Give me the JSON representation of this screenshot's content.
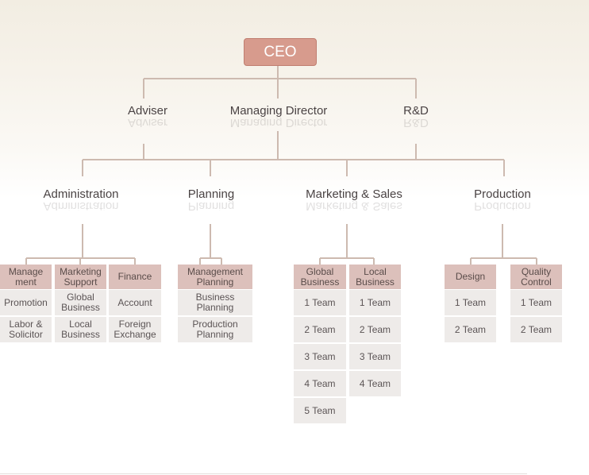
{
  "ceo": "CEO",
  "level1": [
    "Adviser",
    "Managing Director",
    "R&D"
  ],
  "level2": [
    "Administration",
    "Planning",
    "Marketing & Sales",
    "Production"
  ],
  "administration": {
    "columns": [
      {
        "head": "Manage\nment",
        "items": [
          "Promotion",
          "Labor &\nSolicitor"
        ]
      },
      {
        "head": "Marketing\nSupport",
        "items": [
          "Global\nBusiness",
          "Local\nBusiness"
        ]
      },
      {
        "head": "Finance",
        "items": [
          "Account",
          "Foreign\nExchange"
        ]
      }
    ]
  },
  "planning": {
    "columns": [
      {
        "head": "Management\nPlanning",
        "items": [
          "Business\nPlanning",
          "Production\nPlanning"
        ]
      }
    ]
  },
  "marketing_sales": {
    "columns": [
      {
        "head": "Global\nBusiness",
        "items": [
          "1 Team",
          "2 Team",
          "3 Team",
          "4 Team",
          "5 Team"
        ]
      },
      {
        "head": "Local\nBusiness",
        "items": [
          "1 Team",
          "2 Team",
          "3 Team",
          "4 Team"
        ]
      }
    ]
  },
  "production": {
    "columns": [
      {
        "head": "Design",
        "items": [
          "1 Team",
          "2 Team"
        ]
      },
      {
        "head": "Quality\nControl",
        "items": [
          "1 Team",
          "2 Team"
        ]
      }
    ]
  },
  "colors": {
    "ceo_fill": "#d79b8d",
    "line": "#cdbab0",
    "head_fill": "#dcc0bb",
    "cell_fill": "#eeebe9"
  }
}
